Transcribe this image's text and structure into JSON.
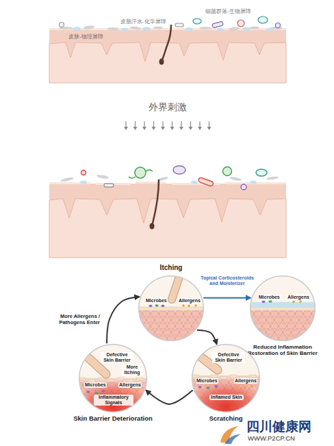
{
  "diagram": {
    "nodes": [
      {
        "text": [
          "Itching",
          "Microbes",
          "Allergens"
        ]
      },
      {
        "text": [
          "Reduced Inflammation Restoration of Skin Barrier",
          "Microbes",
          "Allergens"
        ]
      },
      {
        "text": [
          "Skin Barrier Deterioration",
          "Defective Skin Barrier",
          "More Itching",
          "Microbes",
          "Allergens",
          "Inflammatory Signals"
        ]
      },
      {
        "text": [
          "Scratching",
          "Defective Skin Barrier",
          "Microbes",
          "Allergens",
          "Inflamed Skin"
        ]
      }
    ],
    "edges": [
      {
        "from": 0,
        "to": 1,
        "label": "Topical Corticosteroids and Moisterizer",
        "arrow": "to"
      },
      {
        "from": 0,
        "to": 3,
        "arrow": "to"
      },
      {
        "from": 3,
        "to": 2,
        "arrow": "to"
      },
      {
        "from": 2,
        "to": 0,
        "label": "More Allergens / Pathogens Enter",
        "arrow": "to"
      }
    ],
    "labels": [
      "皮脂汗水-化学屏障",
      "细菌群落-生物屏障",
      "皮肤-物理屏障",
      "外界刺激",
      "四川健康网",
      "WWW.P2CP.CN"
    ]
  }
}
